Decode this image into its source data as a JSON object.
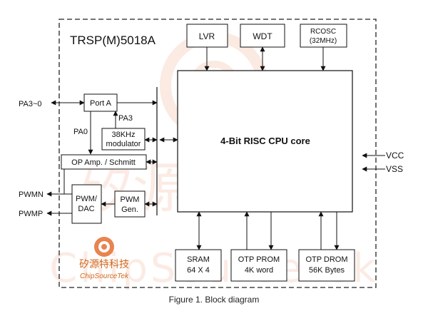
{
  "chip": {
    "title": "TRSP(M)5018A"
  },
  "blocks": {
    "lvr": "LVR",
    "wdt": "WDT",
    "rcosc_l1": "RCOSC",
    "rcosc_l2": "(32MHz)",
    "cpu": "4-Bit RISC CPU core",
    "port_a": "Port A",
    "mod_l1": "38KHz",
    "mod_l2": "modulator",
    "opamp": "OP Amp. / Schmitt",
    "pwmdac_l1": "PWM/",
    "pwmdac_l2": "DAC",
    "pwmgen_l1": "PWM",
    "pwmgen_l2": "Gen.",
    "sram_l1": "SRAM",
    "sram_l2": "64 X 4",
    "prom_l1": "OTP PROM",
    "prom_l2": "4K word",
    "drom_l1": "OTP DROM",
    "drom_l2": "56K Bytes"
  },
  "signals": {
    "pa_bus": "PA3~0",
    "pa3": "PA3",
    "pa0": "PA0",
    "pwmn": "PWMN",
    "pwmp": "PWMP",
    "vcc": "VCC",
    "vss": "VSS"
  },
  "logo": {
    "cn": "矽源特科技",
    "en": "ChipSourceTek"
  },
  "watermark": {
    "cn": "矽源特科技",
    "en": "ChipSourceTek"
  },
  "caption": "Figure 1. Block diagram"
}
